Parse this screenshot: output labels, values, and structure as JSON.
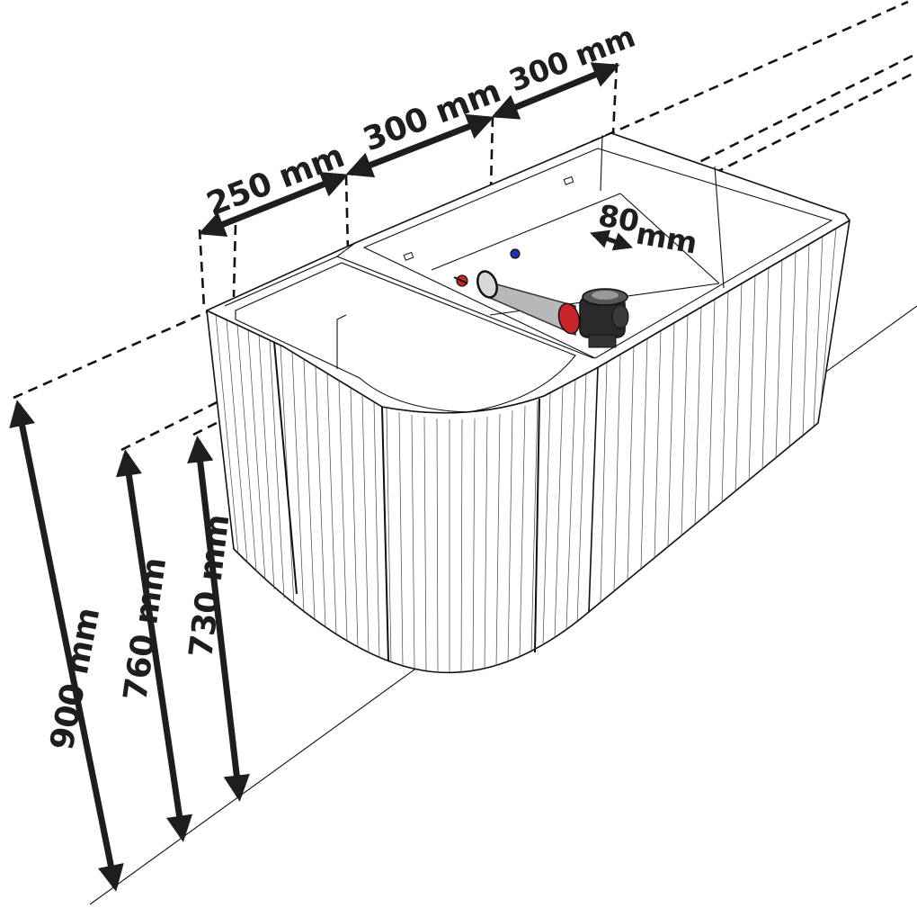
{
  "diagram": {
    "subject": "vanity unit with fluted front and drain siphon",
    "colors": {
      "ink": "#1e1e1e",
      "hot_water_valve": "#c8252b",
      "cold_water_valve": "#2233aa",
      "siphon": "#2a2a2a",
      "pipe": "#b8b8b8"
    },
    "dimensions": {
      "top_segment_1": "250 mm",
      "top_segment_2": "300 mm",
      "top_segment_3": "300 mm",
      "drain_offset_value": "80",
      "drain_offset_unit": "mm",
      "height_total": "900 mm",
      "height_water_upper": "760 mm",
      "height_water_lower": "730 mm"
    }
  }
}
